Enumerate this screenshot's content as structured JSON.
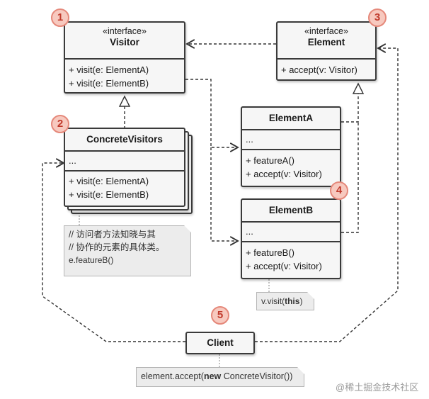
{
  "visitor": {
    "stereotype": "«interface»",
    "name": "Visitor",
    "methods": [
      "+ visit(e: ElementA)",
      "+ visit(e: ElementB)"
    ]
  },
  "element": {
    "stereotype": "«interface»",
    "name": "Element",
    "methods": [
      "+ accept(v: Visitor)"
    ]
  },
  "concrete_visitors": {
    "name": "ConcreteVisitors",
    "fields": "...",
    "methods": [
      "+ visit(e: ElementA)",
      "+ visit(e: ElementB)"
    ]
  },
  "element_a": {
    "name": "ElementA",
    "fields": "...",
    "methods": [
      "+ featureA()",
      "+ accept(v: Visitor)"
    ]
  },
  "element_b": {
    "name": "ElementB",
    "fields": "...",
    "methods": [
      "+ featureB()",
      "+ accept(v: Visitor)"
    ]
  },
  "client": {
    "name": "Client"
  },
  "notes": {
    "visitor_note_lines": [
      "// 访问者方法知晓与其",
      "// 协作的元素的具体类。",
      "e.featureB()"
    ],
    "element_note_pre": "v.visit(",
    "element_note_bold": "this",
    "element_note_post": ")",
    "client_note_pre": "element.accept(",
    "client_note_bold": "new",
    "client_note_post": " ConcreteVisitor())"
  },
  "badges": [
    "1",
    "2",
    "3",
    "4",
    "5"
  ],
  "watermark": "@稀土掘金技术社区",
  "colors": {
    "badge_fill": "#f7c9bf",
    "badge_border": "#e5887a",
    "badge_text": "#c0392b",
    "box_fill": "#f6f6f6",
    "note_fill": "#ececec"
  }
}
